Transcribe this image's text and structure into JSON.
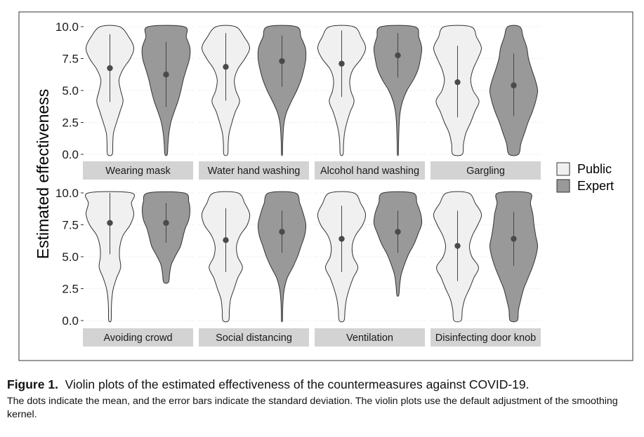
{
  "caption": {
    "figure_label": "Figure 1.",
    "title": "Violin plots of the estimated effectiveness of the countermeasures against COVID-19.",
    "body": "The dots indicate the mean, and the error bars indicate the standard deviation. The violin plots use the default adjustment of the smoothing kernel."
  },
  "colors": {
    "public_fill": "#f0f0f0",
    "expert_fill": "#999999",
    "strip_fill": "#d3d3d3",
    "outline": "#333333",
    "grid": "#dddddd"
  },
  "chart_data": {
    "type": "violin",
    "ylabel": "Estimated effectiveness",
    "ylim": [
      0,
      10
    ],
    "yticks": [
      "0.0",
      "2.5",
      "5.0",
      "7.5",
      "10.0"
    ],
    "grid": true,
    "legend": {
      "placement": "right",
      "entries": [
        "Public",
        "Expert"
      ]
    },
    "series": [
      {
        "name": "Public"
      },
      {
        "name": "Expert"
      }
    ],
    "panels": [
      {
        "label": "Wearing mask",
        "public": {
          "mean": 6.75,
          "sd_low": 4.1,
          "sd_high": 9.4,
          "min": 0,
          "max": 10,
          "profile": [
            0.1,
            0.12,
            0.15,
            0.28,
            0.42,
            0.55,
            0.45,
            0.38,
            0.55,
            0.85,
            1.0,
            0.8,
            0.4
          ]
        },
        "expert": {
          "mean": 6.25,
          "sd_low": 3.7,
          "sd_high": 8.8,
          "min": 0,
          "max": 10,
          "profile": [
            0.05,
            0.08,
            0.12,
            0.2,
            0.34,
            0.5,
            0.62,
            0.72,
            0.85,
            0.98,
            1.0,
            0.85,
            0.75
          ]
        }
      },
      {
        "label": "Water hand washing",
        "public": {
          "mean": 6.85,
          "sd_low": 4.2,
          "sd_high": 9.5,
          "min": 0,
          "max": 10,
          "profile": [
            0.08,
            0.1,
            0.14,
            0.26,
            0.4,
            0.58,
            0.42,
            0.36,
            0.5,
            0.8,
            1.0,
            0.78,
            0.4
          ]
        },
        "expert": {
          "mean": 7.3,
          "sd_low": 5.3,
          "sd_high": 9.3,
          "min": 0,
          "max": 10,
          "profile": [
            0.02,
            0.03,
            0.05,
            0.09,
            0.2,
            0.4,
            0.62,
            0.8,
            0.92,
            1.0,
            0.98,
            0.8,
            0.6
          ]
        }
      },
      {
        "label": "Alcohol hand washing",
        "public": {
          "mean": 7.1,
          "sd_low": 4.5,
          "sd_high": 9.7,
          "min": 0,
          "max": 10,
          "profile": [
            0.06,
            0.08,
            0.12,
            0.22,
            0.36,
            0.52,
            0.38,
            0.34,
            0.48,
            0.82,
            1.0,
            0.82,
            0.5
          ]
        },
        "expert": {
          "mean": 7.75,
          "sd_low": 6.0,
          "sd_high": 9.5,
          "min": 0,
          "max": 10,
          "profile": [
            0.02,
            0.03,
            0.04,
            0.06,
            0.1,
            0.2,
            0.38,
            0.65,
            0.85,
            0.95,
            1.0,
            0.88,
            0.7
          ]
        }
      },
      {
        "label": "Gargling",
        "public": {
          "mean": 5.65,
          "sd_low": 2.9,
          "sd_high": 8.5,
          "min": 0,
          "max": 10,
          "profile": [
            0.2,
            0.25,
            0.35,
            0.55,
            0.72,
            0.9,
            0.65,
            0.55,
            0.65,
            0.85,
            1.0,
            0.8,
            0.55
          ]
        },
        "expert": {
          "mean": 5.4,
          "sd_low": 3.0,
          "sd_high": 7.9,
          "min": 0,
          "max": 10,
          "profile": [
            0.2,
            0.3,
            0.45,
            0.6,
            0.78,
            0.92,
            1.0,
            0.9,
            0.75,
            0.62,
            0.55,
            0.4,
            0.25
          ]
        }
      },
      {
        "label": "Avoiding crowd",
        "public": {
          "mean": 7.65,
          "sd_low": 5.2,
          "sd_high": 10,
          "min": 0,
          "max": 10,
          "profile": [
            0.05,
            0.06,
            0.08,
            0.14,
            0.28,
            0.45,
            0.4,
            0.42,
            0.55,
            0.85,
            1.0,
            0.9,
            0.9
          ]
        },
        "expert": {
          "mean": 7.65,
          "sd_low": 6.1,
          "sd_high": 9.2,
          "min": 3,
          "max": 10,
          "profile": [
            0.1,
            0.15,
            0.22,
            0.4,
            0.6,
            0.7,
            0.8,
            0.95,
            1.0,
            0.95,
            0.75
          ]
        }
      },
      {
        "label": "Social distancing",
        "public": {
          "mean": 6.3,
          "sd_low": 3.8,
          "sd_high": 8.8,
          "min": 0,
          "max": 10,
          "profile": [
            0.12,
            0.15,
            0.2,
            0.35,
            0.5,
            0.7,
            0.5,
            0.45,
            0.6,
            0.9,
            1.0,
            0.8,
            0.5
          ]
        },
        "expert": {
          "mean": 6.95,
          "sd_low": 5.3,
          "sd_high": 8.6,
          "min": 0,
          "max": 10,
          "profile": [
            0.02,
            0.03,
            0.05,
            0.1,
            0.22,
            0.45,
            0.65,
            0.8,
            0.95,
            1.0,
            0.9,
            0.75,
            0.55
          ]
        }
      },
      {
        "label": "Ventilation",
        "public": {
          "mean": 6.4,
          "sd_low": 3.8,
          "sd_high": 9.0,
          "min": 0,
          "max": 10,
          "profile": [
            0.1,
            0.14,
            0.2,
            0.32,
            0.48,
            0.68,
            0.48,
            0.44,
            0.58,
            0.88,
            1.0,
            0.8,
            0.5
          ]
        },
        "expert": {
          "mean": 6.95,
          "sd_low": 5.3,
          "sd_high": 8.6,
          "min": 2,
          "max": 10,
          "profile": [
            0.04,
            0.08,
            0.14,
            0.28,
            0.45,
            0.68,
            0.85,
            1.0,
            0.95,
            0.8,
            0.62
          ]
        }
      },
      {
        "label": "Disinfecting door knob",
        "public": {
          "mean": 5.85,
          "sd_low": 3.1,
          "sd_high": 8.6,
          "min": 0,
          "max": 10,
          "profile": [
            0.15,
            0.2,
            0.3,
            0.5,
            0.68,
            0.88,
            0.6,
            0.5,
            0.62,
            0.85,
            1.0,
            0.75,
            0.45
          ]
        },
        "expert": {
          "mean": 6.4,
          "sd_low": 4.3,
          "sd_high": 8.5,
          "min": 0,
          "max": 10,
          "profile": [
            0.15,
            0.2,
            0.3,
            0.42,
            0.6,
            0.78,
            0.92,
            1.0,
            0.92,
            0.85,
            0.8,
            0.7,
            0.65
          ]
        }
      }
    ]
  }
}
